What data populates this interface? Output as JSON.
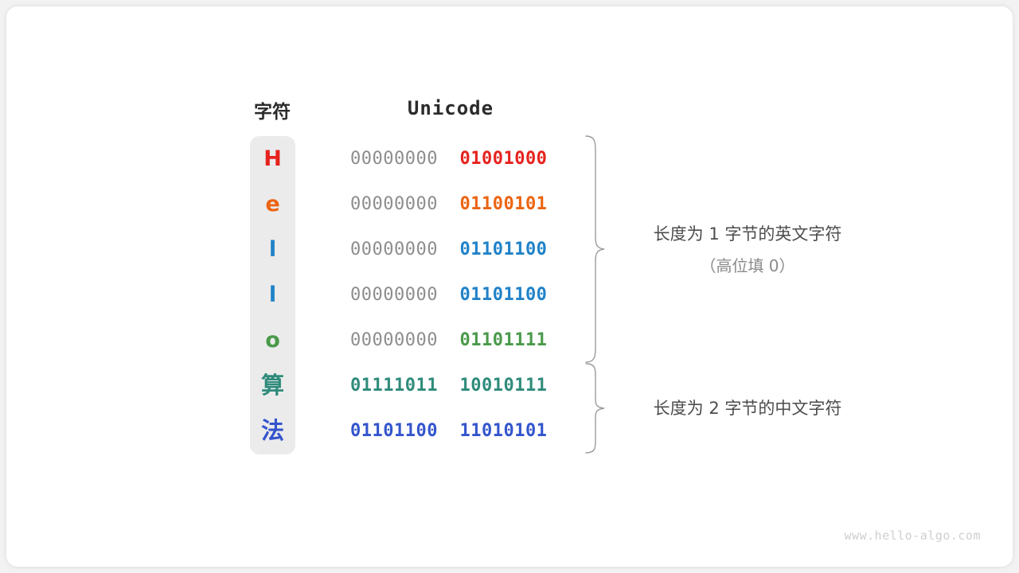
{
  "headers": {
    "char": "字符",
    "unicode": "Unicode"
  },
  "rows": [
    {
      "char": "H",
      "color": "#e5231e",
      "high_byte": "00000000",
      "low_byte": "01001000",
      "high_colored": false,
      "cjk": false
    },
    {
      "char": "e",
      "color": "#ec6412",
      "high_byte": "00000000",
      "low_byte": "01100101",
      "high_colored": false,
      "cjk": false
    },
    {
      "char": "l",
      "color": "#2082c8",
      "high_byte": "00000000",
      "low_byte": "01101100",
      "high_colored": false,
      "cjk": false
    },
    {
      "char": "l",
      "color": "#2082c8",
      "high_byte": "00000000",
      "low_byte": "01101100",
      "high_colored": false,
      "cjk": false
    },
    {
      "char": "o",
      "color": "#4a9a4a",
      "high_byte": "00000000",
      "low_byte": "01101111",
      "high_colored": false,
      "cjk": false
    },
    {
      "char": "算",
      "color": "#2f8b7b",
      "high_byte": "01111011",
      "low_byte": "10010111",
      "high_colored": true,
      "cjk": true
    },
    {
      "char": "法",
      "color": "#3355cc",
      "high_byte": "01101100",
      "low_byte": "11010101",
      "high_colored": true,
      "cjk": true
    }
  ],
  "annotations": {
    "group1_main": "长度为 1 字节的英文字符",
    "group1_sub": "（高位填 0）",
    "group2_main": "长度为 2 字节的中文字符"
  },
  "watermark": "www.hello-algo.com",
  "colors": {
    "column_bg": "#ebebeb",
    "high_byte_gray": "#8d8d8d",
    "brace": "#9b9b9b",
    "annotation_text": "#4c4c4c",
    "annotation_sub_text": "#8a8a8a",
    "card_bg": "#ffffff",
    "page_bg": "#f2f2f2"
  }
}
